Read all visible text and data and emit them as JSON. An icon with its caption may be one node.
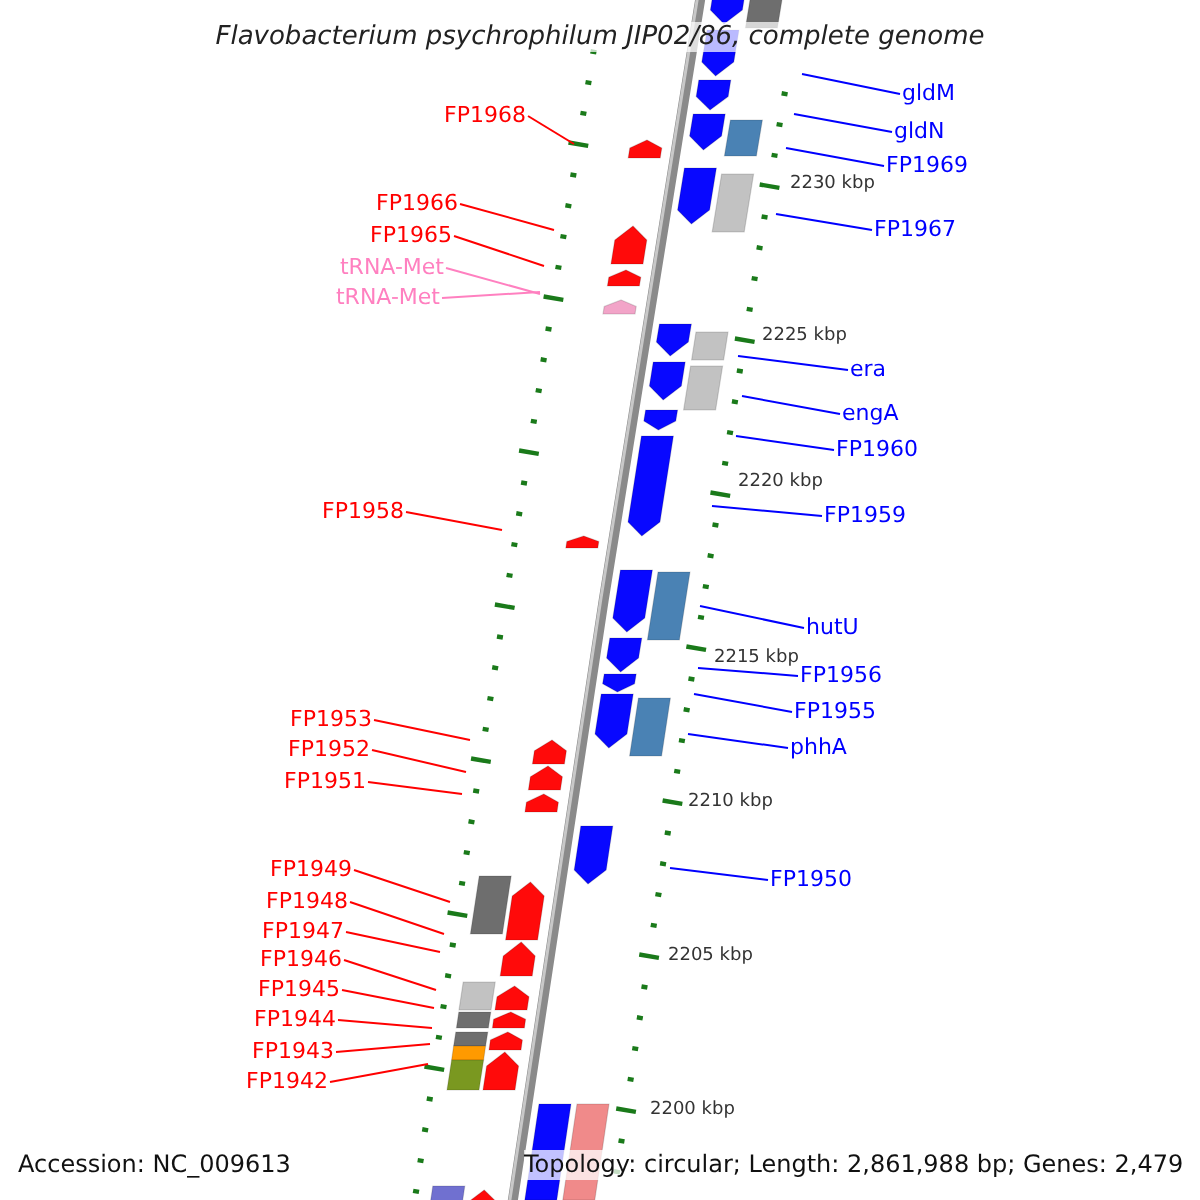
{
  "diagram": {
    "title": "Flavobacterium psychrophilum JIP02/86, complete genome",
    "nodes": [
      {
        "text": [
          "FP1968"
        ]
      },
      {
        "text": [
          "FP1966"
        ]
      },
      {
        "text": [
          "FP1965"
        ]
      },
      {
        "text": [
          "tRNA-Met"
        ]
      },
      {
        "text": [
          "tRNA-Met"
        ]
      },
      {
        "text": [
          "FP1958"
        ]
      },
      {
        "text": [
          "FP1953"
        ]
      },
      {
        "text": [
          "FP1952"
        ]
      },
      {
        "text": [
          "FP1951"
        ]
      },
      {
        "text": [
          "FP1949"
        ]
      },
      {
        "text": [
          "FP1948"
        ]
      },
      {
        "text": [
          "FP1947"
        ]
      },
      {
        "text": [
          "FP1946"
        ]
      },
      {
        "text": [
          "FP1945"
        ]
      },
      {
        "text": [
          "FP1944"
        ]
      },
      {
        "text": [
          "FP1943"
        ]
      },
      {
        "text": [
          "FP1942"
        ]
      },
      {
        "text": [
          "gldM"
        ]
      },
      {
        "text": [
          "gldN"
        ]
      },
      {
        "text": [
          "FP1969"
        ]
      },
      {
        "text": [
          "FP1967"
        ]
      },
      {
        "text": [
          "era"
        ]
      },
      {
        "text": [
          "engA"
        ]
      },
      {
        "text": [
          "FP1960"
        ]
      },
      {
        "text": [
          "FP1959"
        ]
      },
      {
        "text": [
          "hutU"
        ]
      },
      {
        "text": [
          "FP1956"
        ]
      },
      {
        "text": [
          "FP1955"
        ]
      },
      {
        "text": [
          "phhA"
        ]
      },
      {
        "text": [
          "FP1950"
        ]
      }
    ],
    "edges": [
      {
        "from": 0,
        "to": null,
        "arrow": "none"
      },
      {
        "from": 1,
        "to": null,
        "arrow": "none"
      },
      {
        "from": 2,
        "to": null,
        "arrow": "none"
      },
      {
        "from": 3,
        "to": null,
        "arrow": "none",
        "color": "#ff80c0"
      },
      {
        "from": 4,
        "to": null,
        "arrow": "none",
        "color": "#ff80c0"
      },
      {
        "from": 5,
        "to": null,
        "arrow": "none"
      },
      {
        "from": 6,
        "to": null,
        "arrow": "none"
      },
      {
        "from": 7,
        "to": null,
        "arrow": "none"
      },
      {
        "from": 8,
        "to": null,
        "arrow": "none"
      },
      {
        "from": 9,
        "to": null,
        "arrow": "none"
      },
      {
        "from": 10,
        "to": null,
        "arrow": "none"
      },
      {
        "from": 11,
        "to": null,
        "arrow": "none"
      },
      {
        "from": 12,
        "to": null,
        "arrow": "none"
      },
      {
        "from": 13,
        "to": null,
        "arrow": "none"
      },
      {
        "from": 14,
        "to": null,
        "arrow": "none"
      },
      {
        "from": 15,
        "to": null,
        "arrow": "none"
      },
      {
        "from": 16,
        "to": null,
        "arrow": "none"
      },
      {
        "from": 17,
        "to": null,
        "arrow": "none",
        "color": "#0000ff"
      },
      {
        "from": 18,
        "to": null,
        "arrow": "none",
        "color": "#0000ff"
      },
      {
        "from": 19,
        "to": null,
        "arrow": "none",
        "color": "#0000ff"
      },
      {
        "from": 20,
        "to": null,
        "arrow": "none",
        "color": "#0000ff"
      },
      {
        "from": 21,
        "to": null,
        "arrow": "none",
        "color": "#0000ff"
      },
      {
        "from": 22,
        "to": null,
        "arrow": "none",
        "color": "#0000ff"
      },
      {
        "from": 23,
        "to": null,
        "arrow": "none",
        "color": "#0000ff"
      },
      {
        "from": 24,
        "to": null,
        "arrow": "none",
        "color": "#0000ff"
      },
      {
        "from": 25,
        "to": null,
        "arrow": "none",
        "color": "#0000ff"
      },
      {
        "from": 26,
        "to": null,
        "arrow": "none",
        "color": "#0000ff"
      },
      {
        "from": 27,
        "to": null,
        "arrow": "none",
        "color": "#0000ff"
      },
      {
        "from": 28,
        "to": null,
        "arrow": "none",
        "color": "#0000ff"
      },
      {
        "from": 29,
        "to": null,
        "arrow": "none",
        "color": "#0000ff"
      }
    ],
    "labels": [
      "2230 kbp",
      "2225 kbp",
      "2220 kbp",
      "2215 kbp",
      "2210 kbp",
      "2205 kbp",
      "2200 kbp",
      "Accession: NC_009613",
      "Topology: circular; Length: 2,861,988 bp; Genes: 2,479"
    ]
  }
}
